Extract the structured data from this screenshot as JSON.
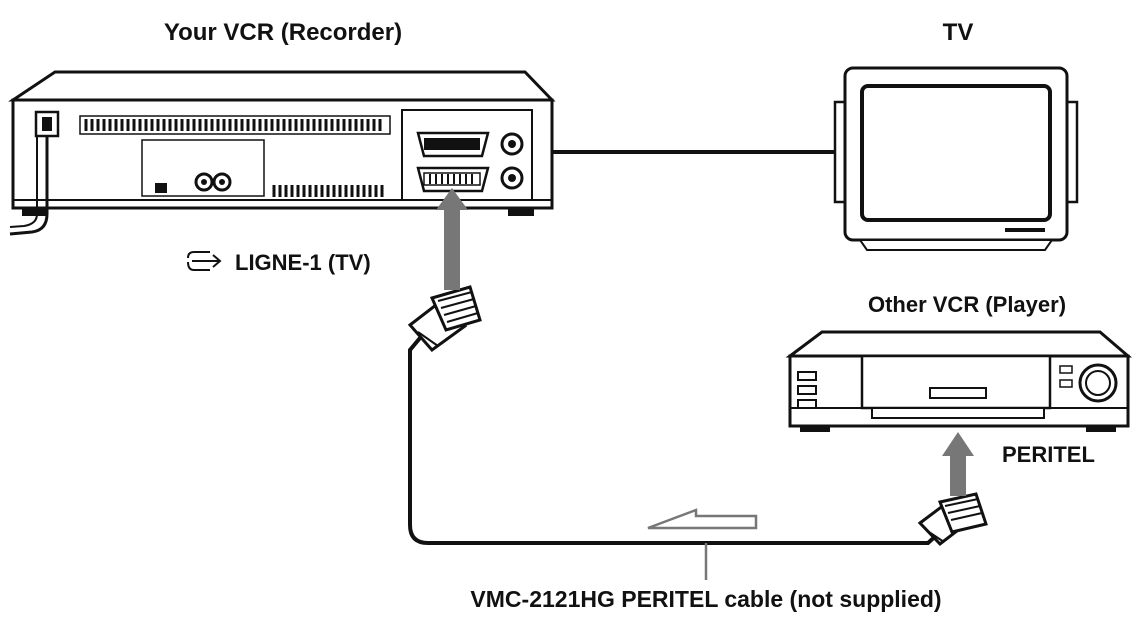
{
  "labels": {
    "recorder": "Your VCR (Recorder)",
    "tv": "TV",
    "player": "Other VCR (Player)",
    "input_port": "LIGNE-1 (TV)",
    "input_port_icon": "input-arrow-icon",
    "peritel": "PERITEL",
    "cable": "VMC-2121HG PERITEL cable (not supplied)"
  },
  "colors": {
    "line": "#111111",
    "arrow": "#777777",
    "background": "#ffffff"
  }
}
